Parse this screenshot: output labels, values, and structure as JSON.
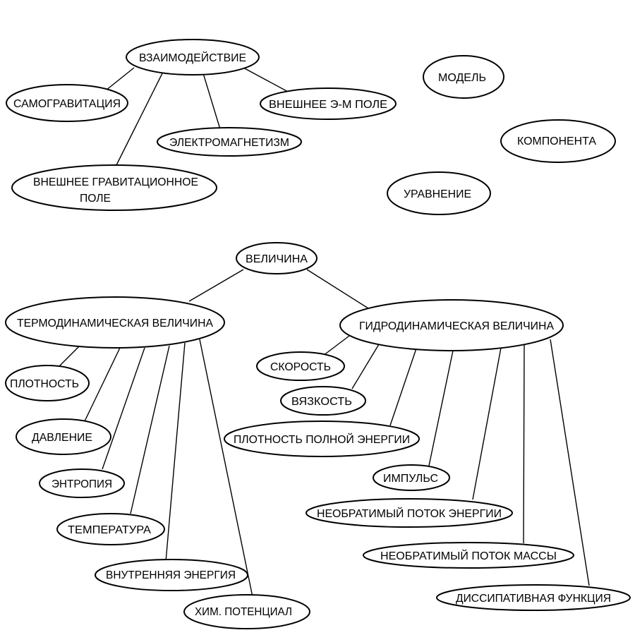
{
  "diagram": {
    "nodes": {
      "interaction": "ВЗАИМОДЕЙСТВИЕ",
      "self_gravity": "САМОГРАВИТАЦИЯ",
      "external_em_field": "ВНЕШНЕЕ  Э-М  ПОЛЕ",
      "electromagnetism": "ЭЛЕКТРОМАГНЕТИЗМ",
      "external_grav_field_line1": "ВНЕШНЕЕ ГРАВИТАЦИОННОЕ",
      "external_grav_field_line2": "ПОЛЕ",
      "model": "МОДЕЛЬ",
      "component": "КОМПОНЕНТА",
      "equation": "УРАВНЕНИЕ",
      "quantity": "ВЕЛИЧИНА",
      "thermo_quantity": "ТЕРМОДИНАМИЧЕСКАЯ ВЕЛИЧИНА",
      "hydro_quantity": "ГИДРОДИНАМИЧЕСКАЯ ВЕЛИЧИНА",
      "density": "ПЛОТНОСТЬ",
      "pressure": "ДАВЛЕНИЕ",
      "entropy": "ЭНТРОПИЯ",
      "temperature": "ТЕМПЕРАТУРА",
      "internal_energy": "ВНУТРЕННЯЯ ЭНЕРГИЯ",
      "chem_potential": "ХИМ. ПОТЕНЦИАЛ",
      "velocity": "СКОРОСТЬ",
      "viscosity": "ВЯЗКОСТЬ",
      "total_energy_density": "ПЛОТНОСТЬ ПОЛНОЙ ЭНЕРГИИ",
      "momentum": "ИМПУЛЬС",
      "irrev_energy_flux": "НЕОБРАТИМЫЙ ПОТОК ЭНЕРГИИ",
      "irrev_mass_flux": "НЕОБРАТИМЫЙ ПОТОК МАССЫ",
      "dissipative_function": "ДИССИПАТИВНАЯ ФУНКЦИЯ"
    }
  }
}
